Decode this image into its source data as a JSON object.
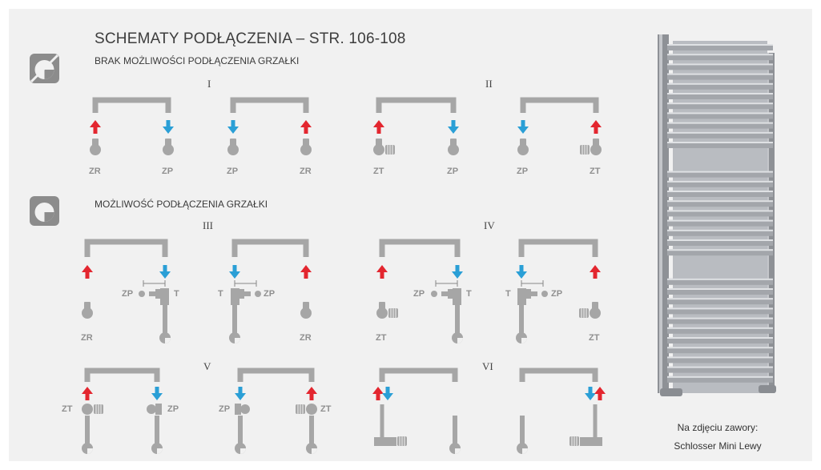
{
  "title": "SCHEMATY PODŁĄCZENIA – STR. 106-108",
  "section_no_heater": {
    "label": "BRAK MOŻLIWOŚCI PODŁĄCZENIA GRZAŁKI",
    "icon": "no-heater-icon"
  },
  "section_heater": {
    "label": "MOŻLIWOŚĆ PODŁĄCZENIA GRZAŁKI",
    "icon": "heater-icon"
  },
  "romans": [
    "I",
    "II",
    "III",
    "IV",
    "V",
    "VI"
  ],
  "connection_labels": {
    "zr": "ZR",
    "zp": "ZP",
    "zt": "ZT",
    "t": "T"
  },
  "caption": {
    "line1": "Na zdjęciu zawory:",
    "line2": "Schlosser Mini Lewy"
  },
  "colors": {
    "background": "#f1f1f1",
    "pipe": "#a6a6a6",
    "supply_arrow": "#e3262f",
    "return_arrow": "#2a9fd6",
    "icon": "#8c8c8c"
  }
}
